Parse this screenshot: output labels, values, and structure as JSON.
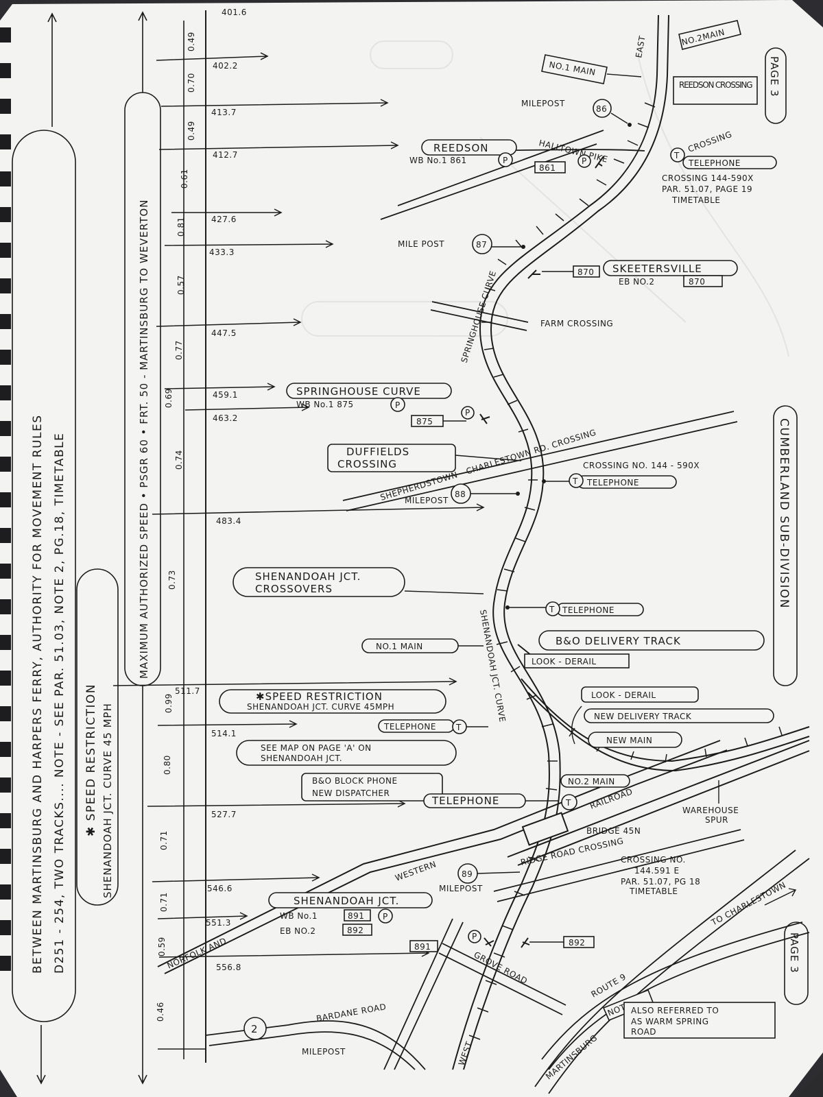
{
  "left_margin": {
    "title_line1": "BETWEEN MARTINSBURG AND HARPERS FERRY, AUTHORITY FOR MOVEMENT RULES",
    "title_line2": "D251 - 254, TWO TRACKS.... NOTE - SEE PAR. 51.03, NOTE 2, PG.18, TIMETABLE",
    "speed_restriction_1": "✱ SPEED RESTRICTION",
    "speed_restriction_2": "SHENANDOAH JCT. CURVE 45 MPH",
    "max_speed": "MAXIMUM AUTHORIZED SPEED • PSGR 60 • FRT. 50 - MARTINSBURG TO WEVERTON"
  },
  "page_labels": {
    "top": "PAGE 3",
    "bottom": "PAGE 3",
    "subdivision": "CUMBERLAND SUB-DIVISION"
  },
  "distances": [
    {
      "label": "0.49"
    },
    {
      "label": "0.70"
    },
    {
      "label": "0.49"
    },
    {
      "label": "0.61"
    },
    {
      "label": "0.81"
    },
    {
      "label": "0.57"
    },
    {
      "label": "0.77"
    },
    {
      "label": "0.69"
    },
    {
      "label": "0.74"
    },
    {
      "label": "0.73"
    },
    {
      "label": "0.99"
    },
    {
      "label": "0.80"
    },
    {
      "label": "0.71"
    },
    {
      "label": "0.71"
    },
    {
      "label": "0.59"
    },
    {
      "label": "0.46"
    }
  ],
  "mileposts": [
    {
      "label": "401.6"
    },
    {
      "label": "402.2"
    },
    {
      "label": "413.7"
    },
    {
      "label": "412.7"
    },
    {
      "label": "427.6"
    },
    {
      "label": "433.3"
    },
    {
      "label": "447.5"
    },
    {
      "label": "459.1"
    },
    {
      "label": "463.2"
    },
    {
      "label": "483.4"
    },
    {
      "label": "511.7"
    },
    {
      "label": "514.1"
    },
    {
      "label": "527.7"
    },
    {
      "label": "546.6"
    },
    {
      "label": "551.3"
    },
    {
      "label": "556.8"
    }
  ],
  "map": {
    "east": "EAST",
    "no2_main_top": "NO.2MAIN",
    "no1_main_top": "NO.1 MAIN",
    "reedson_crossing": "REEDSON CROSSING",
    "milepost_86": "MILEPOST",
    "mp86_num": "86",
    "halltown_pike": "HALLTOWN PIKE",
    "crossing_top": "CROSSING",
    "telephone_1": "TELEPHONE",
    "crossing_144_1": "CROSSING 144-590X",
    "par_1": "PAR. 51.07, PAGE 19",
    "timetable_1": "TIMETABLE",
    "reedson": "REEDSON",
    "wb_reedson": "WB No.1  861",
    "sig_861": "861",
    "milepost_87": "MILE POST",
    "mp87_num": "87",
    "sig_870": "870",
    "skeetersville": "SKEETERSVILLE",
    "eb_skeeters": "EB NO.2",
    "eb_skeeters_num": "870",
    "springhouse_curve_track": "SPRINGHOUSE CURVE",
    "farm_crossing": "FARM CROSSING",
    "springhouse_curve": "SPRINGHOUSE CURVE",
    "wb_springhouse": "WB No.1  875",
    "sig_875": "875",
    "duffields_1": "DUFFIELDS",
    "duffields_2": "CROSSING",
    "charlestown_rd": "SHEPHERDSTOWN - CHARLESTOWN RD. CROSSING",
    "crossing_144_590x": "CROSSING NO. 144 - 590X",
    "telephone_2": "TELEPHONE",
    "milepost_88": "MILEPOST",
    "mp88_num": "88",
    "shen_crossovers_1": "SHENANDOAH JCT.",
    "shen_crossovers_2": "CROSSOVERS",
    "telephone_3": "TELEPHONE",
    "no1_main": "NO.1 MAIN",
    "bo_delivery": "B&O DELIVERY TRACK",
    "look_derail_1": "LOOK - DERAIL",
    "shen_jct_curve_track": "SHENANDOAH JCT. CURVE",
    "speed_restr_box_1": "✱SPEED RESTRICTION",
    "speed_restr_box_2": "SHENANDOAH JCT. CURVE 45MPH",
    "look_derail_2": "LOOK - DERAIL",
    "new_delivery": "NEW DELIVERY TRACK",
    "telephone_4": "TELEPHONE",
    "new_main": "NEW MAIN",
    "see_map_1": "SEE MAP ON PAGE 'A' ON",
    "see_map_2": "SHENANDOAH JCT.",
    "bo_block_1": "B&O BLOCK PHONE",
    "bo_block_2": "NEW DISPATCHER",
    "telephone_5": "TELEPHONE",
    "no2_main": "NO.2 MAIN",
    "railroad": "RAILROAD",
    "warehouse_1": "WAREHOUSE",
    "warehouse_2": "SPUR",
    "bridge": "BRIDGE 45N",
    "ridge_road": "RIDGE ROAD CROSSING",
    "crossing_591_1": "CROSSING NO.",
    "crossing_591_2": "144.591 E",
    "crossing_591_3": "PAR. 51.07, PG 18",
    "crossing_591_4": "TIMETABLE",
    "western": "WESTERN",
    "milepost_89": "MILEPOST",
    "mp89_num": "89",
    "shen_jct": "SHENANDOAH JCT.",
    "wb_shen": "WB No.1",
    "wb_shen_num": "891",
    "eb_shen": "EB NO.2",
    "eb_shen_num": "892",
    "sig_891": "891",
    "sig_892": "892",
    "norfolk_and": "NORFOLK AND",
    "grove_road": "GROVE ROAD",
    "route_9": "ROUTE 9",
    "to_charlestown": "TO CHARLESTOWN",
    "martinsburg": "MARTINSBURG",
    "note": "NOTE:",
    "note_text_1": "ALSO REFERRED TO",
    "note_text_2": "AS WARM SPRING",
    "note_text_3": "ROAD",
    "route_2": "2",
    "bardane_road": "BARDANE ROAD",
    "west": "WEST",
    "milepost_bottom": "MILEPOST",
    "signal_p": "P",
    "tel_t": "T"
  }
}
